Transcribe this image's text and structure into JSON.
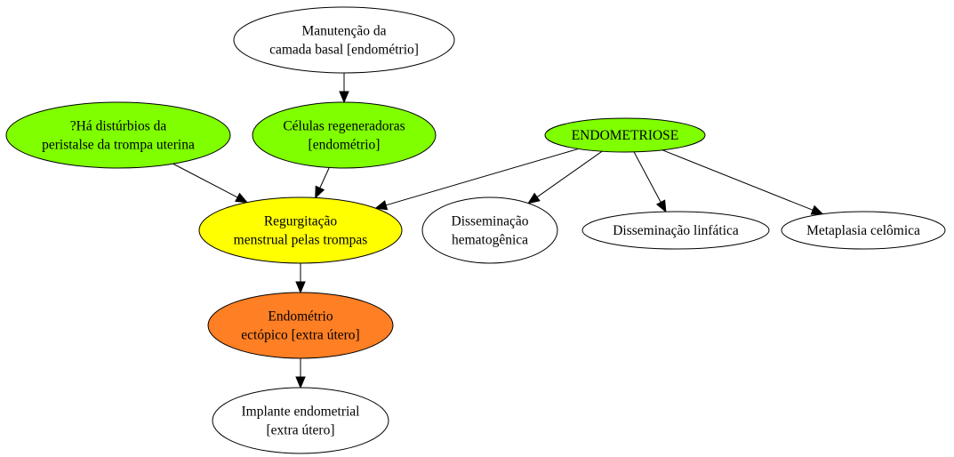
{
  "diagram": {
    "nodes": [
      {
        "id": "manutencao",
        "lines": [
          "Manutenção da",
          "camada basal [endométrio]"
        ],
        "fill": "#ffffff"
      },
      {
        "id": "disturbios",
        "lines": [
          "?Há distúrbios da",
          "peristalse da trompa uterina"
        ],
        "fill": "#7fff00"
      },
      {
        "id": "celulas",
        "lines": [
          "Células regeneradoras",
          "[endométrio]"
        ],
        "fill": "#7fff00"
      },
      {
        "id": "endometriose",
        "lines": [
          "ENDOMETRIOSE"
        ],
        "fill": "#7fff00"
      },
      {
        "id": "regurgitacao",
        "lines": [
          "Regurgitação",
          "menstrual pelas trompas"
        ],
        "fill": "#ffff00"
      },
      {
        "id": "hematogenica",
        "lines": [
          "Disseminação",
          "hematogênica"
        ],
        "fill": "#ffffff"
      },
      {
        "id": "linfatica",
        "lines": [
          "Disseminação linfática"
        ],
        "fill": "#ffffff"
      },
      {
        "id": "metaplasia",
        "lines": [
          "Metaplasia celômica"
        ],
        "fill": "#ffffff"
      },
      {
        "id": "ectopico",
        "lines": [
          "Endométrio",
          "ectópico [extra útero]"
        ],
        "fill": "#ff7f24"
      },
      {
        "id": "implante",
        "lines": [
          "Implante endometrial",
          "[extra útero]"
        ],
        "fill": "#ffffff"
      }
    ],
    "edges": [
      {
        "from": "manutencao",
        "to": "celulas"
      },
      {
        "from": "disturbios",
        "to": "regurgitacao"
      },
      {
        "from": "celulas",
        "to": "regurgitacao"
      },
      {
        "from": "endometriose",
        "to": "regurgitacao"
      },
      {
        "from": "endometriose",
        "to": "hematogenica"
      },
      {
        "from": "endometriose",
        "to": "linfatica"
      },
      {
        "from": "endometriose",
        "to": "metaplasia"
      },
      {
        "from": "regurgitacao",
        "to": "ectopico"
      },
      {
        "from": "ectopico",
        "to": "implante"
      }
    ]
  }
}
